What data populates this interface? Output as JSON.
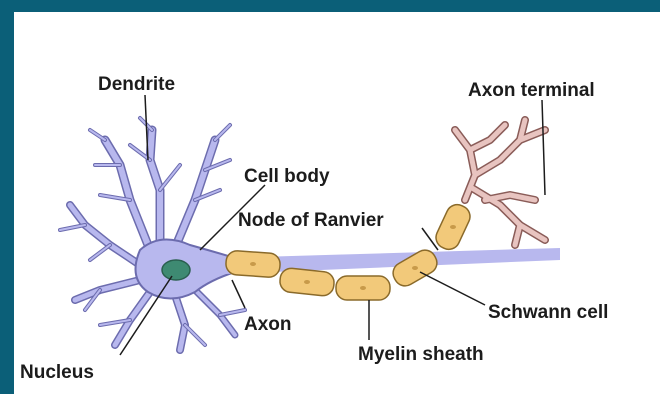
{
  "labels": {
    "dendrite": "Dendrite",
    "axon_terminal": "Axon terminal",
    "cell_body": "Cell body",
    "node_of_ranvier": "Node of Ranvier",
    "axon": "Axon",
    "schwann_cell": "Schwann cell",
    "nucleus": "Nucleus",
    "myelin_sheath": "Myelin sheath"
  },
  "colors": {
    "frame": "#0b5f78",
    "soma_fill": "#b8b8ee",
    "soma_stroke": "#6c6cae",
    "nucleus_fill": "#3e8a72",
    "myelin_fill": "#f2c97a",
    "myelin_stroke": "#8a6a2a",
    "terminal_fill": "#e8c4c0",
    "terminal_stroke": "#8a5c58"
  }
}
